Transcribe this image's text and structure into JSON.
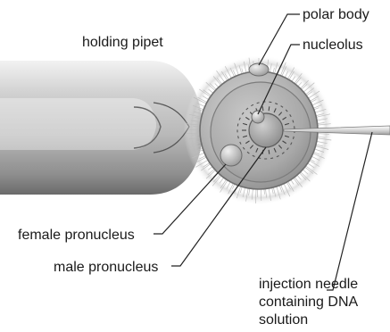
{
  "diagram": {
    "labels": {
      "holding_pipet": "holding pipet",
      "polar_body": "polar body",
      "nucleolus": "nucleolus",
      "female_pronucleus": "female pronucleus",
      "male_pronucleus": "male pronucleus",
      "injection_needle_line1": "injection needle",
      "injection_needle_line2": "containing DNA",
      "injection_needle_line3": "solution"
    }
  }
}
